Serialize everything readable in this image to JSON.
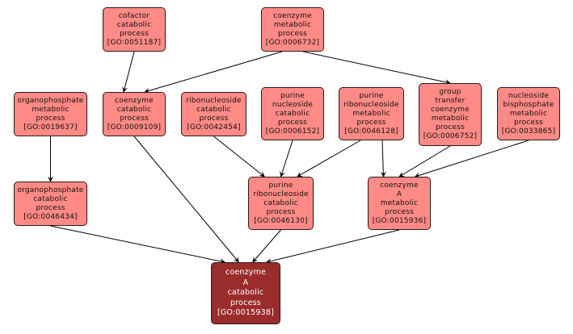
{
  "colors": {
    "node_fill": "#ff8a86",
    "target_fill": "#9b2c2c",
    "edge": "#000000"
  },
  "nodes": {
    "n0051187": {
      "lines": [
        "cofactor",
        "catabolic",
        "process"
      ],
      "id": "[GO:0051187]"
    },
    "n0006732": {
      "lines": [
        "coenzyme",
        "metabolic",
        "process"
      ],
      "id": "[GO:0006732]"
    },
    "n0019637": {
      "lines": [
        "organophosphate",
        "metabolic",
        "process"
      ],
      "id": "[GO:0019637]"
    },
    "n0009109": {
      "lines": [
        "coenzyme",
        "catabolic",
        "process"
      ],
      "id": "[GO:0009109]"
    },
    "n0042454": {
      "lines": [
        "ribonucleoside",
        "catabolic",
        "process"
      ],
      "id": "[GO:0042454]"
    },
    "n0006152": {
      "lines": [
        "purine",
        "nucleoside",
        "catabolic",
        "process"
      ],
      "id": "[GO:0006152]"
    },
    "n0046128": {
      "lines": [
        "purine",
        "ribonucleoside",
        "metabolic",
        "process"
      ],
      "id": "[GO:0046128]"
    },
    "n0006752": {
      "lines": [
        "group",
        "transfer",
        "coenzyme",
        "metabolic",
        "process"
      ],
      "id": "[GO:0006752]"
    },
    "n0033865": {
      "lines": [
        "nucleoside",
        "bisphosphate",
        "metabolic",
        "process"
      ],
      "id": "[GO:0033865]"
    },
    "n0046434": {
      "lines": [
        "organophosphate",
        "catabolic",
        "process"
      ],
      "id": "[GO:0046434]"
    },
    "n0046130": {
      "lines": [
        "purine",
        "ribonucleoside",
        "catabolic",
        "process"
      ],
      "id": "[GO:0046130]"
    },
    "n0015936": {
      "lines": [
        "coenzyme",
        "A",
        "metabolic",
        "process"
      ],
      "id": "[GO:0015936]"
    },
    "n0015938": {
      "lines": [
        "coenzyme",
        "A",
        "catabolic",
        "process"
      ],
      "id": "[GO:0015938]"
    }
  },
  "edges": [
    [
      "n0051187",
      "n0009109"
    ],
    [
      "n0006732",
      "n0009109"
    ],
    [
      "n0006732",
      "n0006752"
    ],
    [
      "n0019637",
      "n0046434"
    ],
    [
      "n0042454",
      "n0046130"
    ],
    [
      "n0006152",
      "n0046130"
    ],
    [
      "n0046128",
      "n0046130"
    ],
    [
      "n0046128",
      "n0015936"
    ],
    [
      "n0006752",
      "n0015936"
    ],
    [
      "n0033865",
      "n0015936"
    ],
    [
      "n0046434",
      "n0015938"
    ],
    [
      "n0009109",
      "n0015938"
    ],
    [
      "n0046130",
      "n0015938"
    ],
    [
      "n0015936",
      "n0015938"
    ]
  ]
}
